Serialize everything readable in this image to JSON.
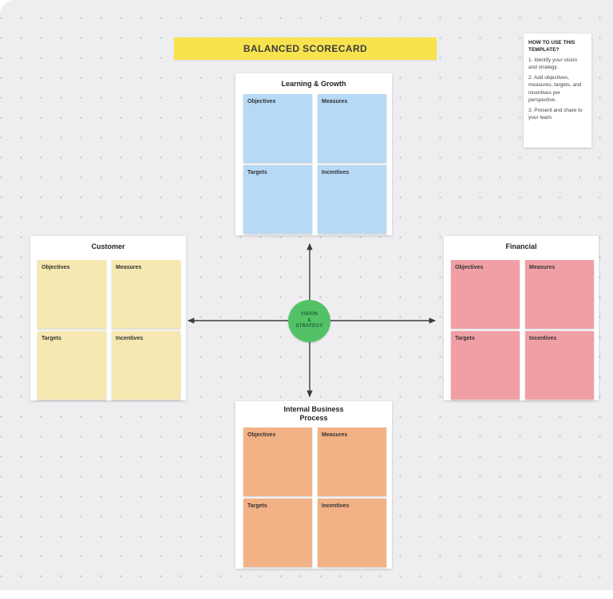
{
  "board": {
    "bg_color": "#eeeef0",
    "dot_color": "#c9cacc"
  },
  "title_banner": {
    "label": "BALANCED SCORECARD",
    "bg_color": "#f8e34f"
  },
  "howto": {
    "title": "HOW TO USE THIS TEMPLATE?",
    "steps": [
      "1. Identify your vision and strategy.",
      "2. Add objectives, measures, targets, and incentives per perspective.",
      "3. Present and share to your team."
    ]
  },
  "center": {
    "lines": [
      "VISION",
      "&",
      "STRATEGY"
    ],
    "circle_color": "#53c266",
    "arrow_color": "#3b3b3b"
  },
  "quadrants": [
    {
      "title": "Learning & Growth",
      "note_color": "#b6d9f6",
      "notes": [
        "Objectives",
        "Measures",
        "Targets",
        "Incentives"
      ]
    },
    {
      "title": "Customer",
      "note_color": "#f6e8b0",
      "notes": [
        "Objectives",
        "Measures",
        "Targets",
        "Incentives"
      ]
    },
    {
      "title": "Financial",
      "note_color": "#f0a0a5",
      "notes": [
        "Objectives",
        "Measures",
        "Targets",
        "Incentives"
      ]
    },
    {
      "title": "Internal Business Process",
      "note_color": "#f3b186",
      "notes": [
        "Objectives",
        "Measures",
        "Targets",
        "Incentives"
      ]
    }
  ]
}
